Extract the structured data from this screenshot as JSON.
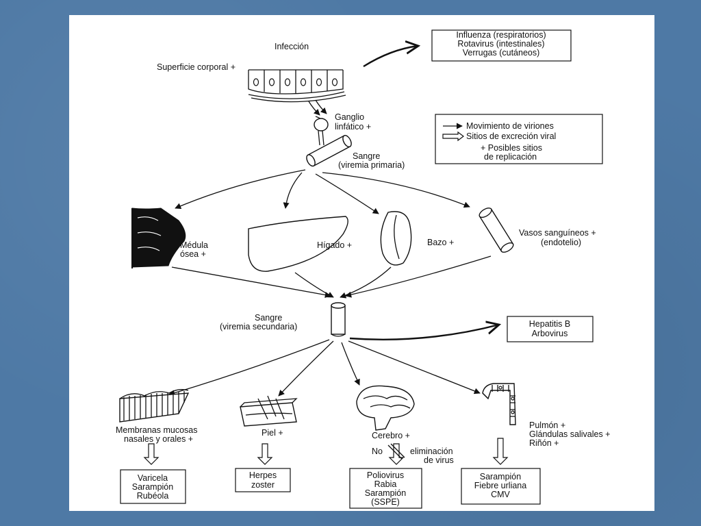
{
  "labels": {
    "infeccion": "Infección",
    "superficie": "Superficie corporal +",
    "ganglio_1": "Ganglio",
    "ganglio_2": "linfático +",
    "sangre_1": "Sangre",
    "sangre_1b": "(viremia primaria)",
    "medula_1": "Médula",
    "medula_2": "ósea +",
    "higado": "Hígado +",
    "bazo": "Bazo +",
    "vasos_1": "Vasos sanguíneos +",
    "vasos_2": "(endotelio)",
    "sangre_2": "Sangre",
    "sangre_2b": "(viremia secundaria)",
    "membranas_1": "Membranas mucosas",
    "membranas_2": "nasales y orales +",
    "piel": "Piel +",
    "cerebro": "Cerebro +",
    "no": "No",
    "eliminacion_1": "eliminación",
    "eliminacion_2": "de virus",
    "pulmon_1": "Pulmón +",
    "pulmon_2": "Glándulas salivales +",
    "pulmon_3": "Riñón +"
  },
  "boxes": {
    "top": [
      "Influenza (respiratorios)",
      "Rotavirus (intestinales)",
      "Verrugas (cutáneos)"
    ],
    "legend": [
      "Movimiento de viriones",
      "Sitios de excreción viral",
      "+ Posibles sitios",
      "de replicación"
    ],
    "hepatitis": [
      "Hepatitis B",
      "Arbovirus"
    ],
    "varicela": [
      "Varicela",
      "Sarampión",
      "Rubéola"
    ],
    "herpes": [
      "Herpes",
      "zoster"
    ],
    "polio": [
      "Poliovirus",
      "Rabia",
      "Sarampión",
      "(SSPE)"
    ],
    "sarampion": [
      "Sarampión",
      "Fiebre urliana",
      "CMV"
    ]
  }
}
